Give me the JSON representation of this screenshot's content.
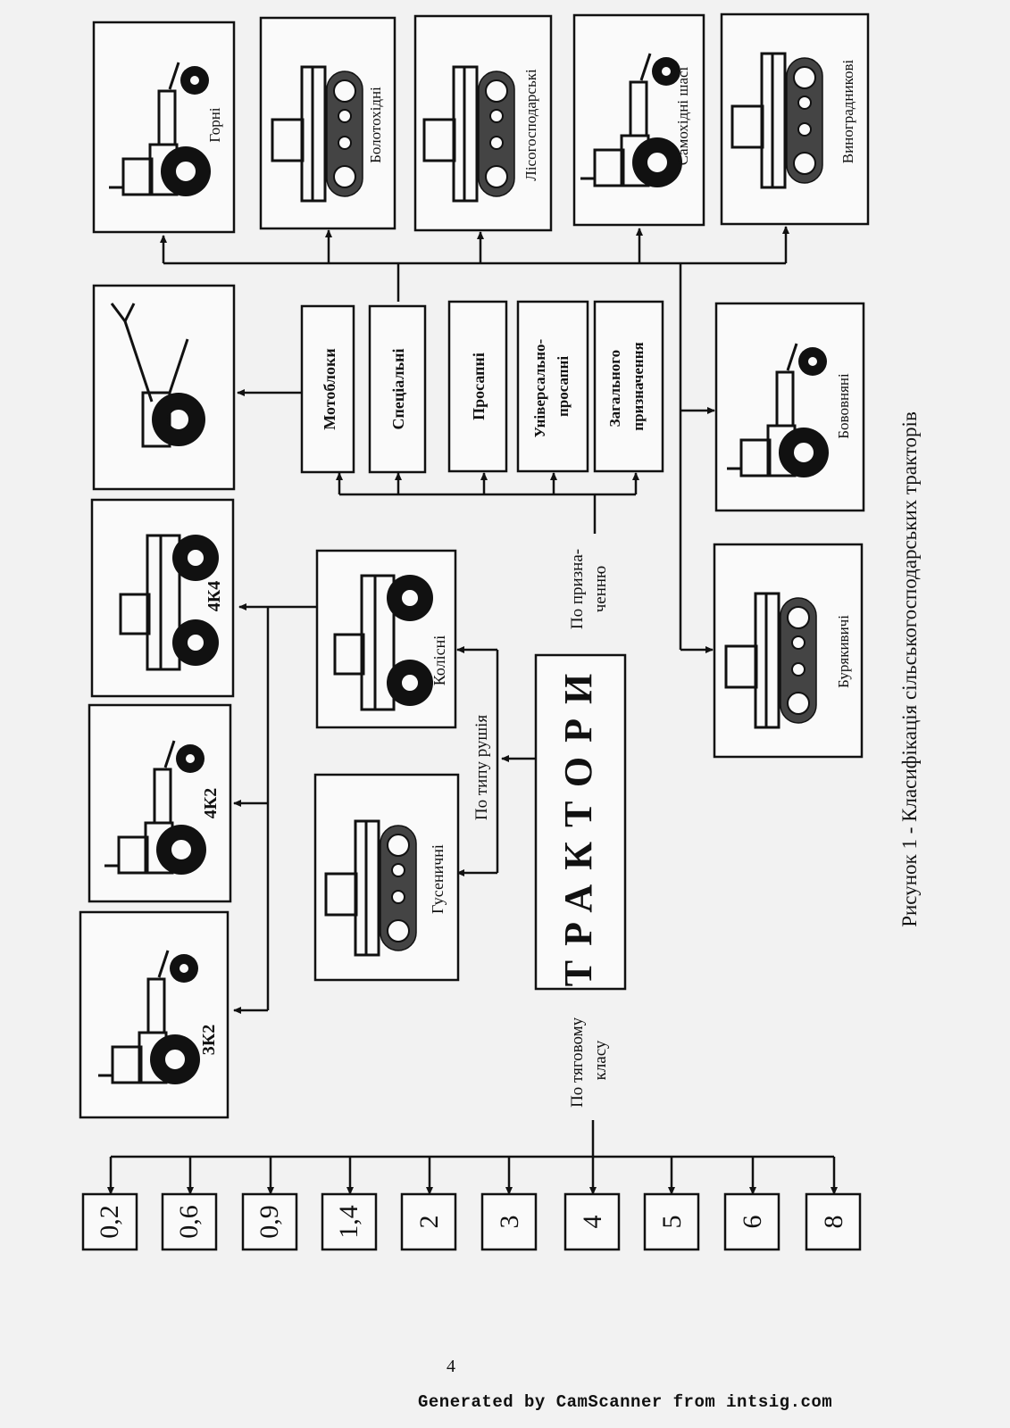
{
  "root_label": "ТРАКТОРИ",
  "criteria": {
    "by_class": "По тяговому класу",
    "by_drive": "По типу рушія",
    "by_purpose": "По призначенню"
  },
  "traction_classes": [
    "0,2",
    "0,6",
    "0,9",
    "1,4",
    "2",
    "3",
    "4",
    "5",
    "6",
    "8"
  ],
  "wheel_formulas": [
    "3К2",
    "4К2",
    "4К4"
  ],
  "drive_types": [
    "Гусеничні",
    "Колісні"
  ],
  "purpose_categories": [
    "Мотоблоки",
    "Спеціальні",
    "Просапні",
    "Універсально-просапні",
    "Загального призначення"
  ],
  "special_types": [
    "Горні",
    "Болотохідні",
    "Лісогосподарські",
    "Самохідні шасі",
    "Виноградникові"
  ],
  "row_crop_types": [
    "Бурякивичі",
    "Бововняні"
  ],
  "caption": "Рисунок 1 - Класифікація сільськогосподарських тракторів",
  "page_number": "4",
  "footer": "Generated by CamScanner from intsig.com"
}
